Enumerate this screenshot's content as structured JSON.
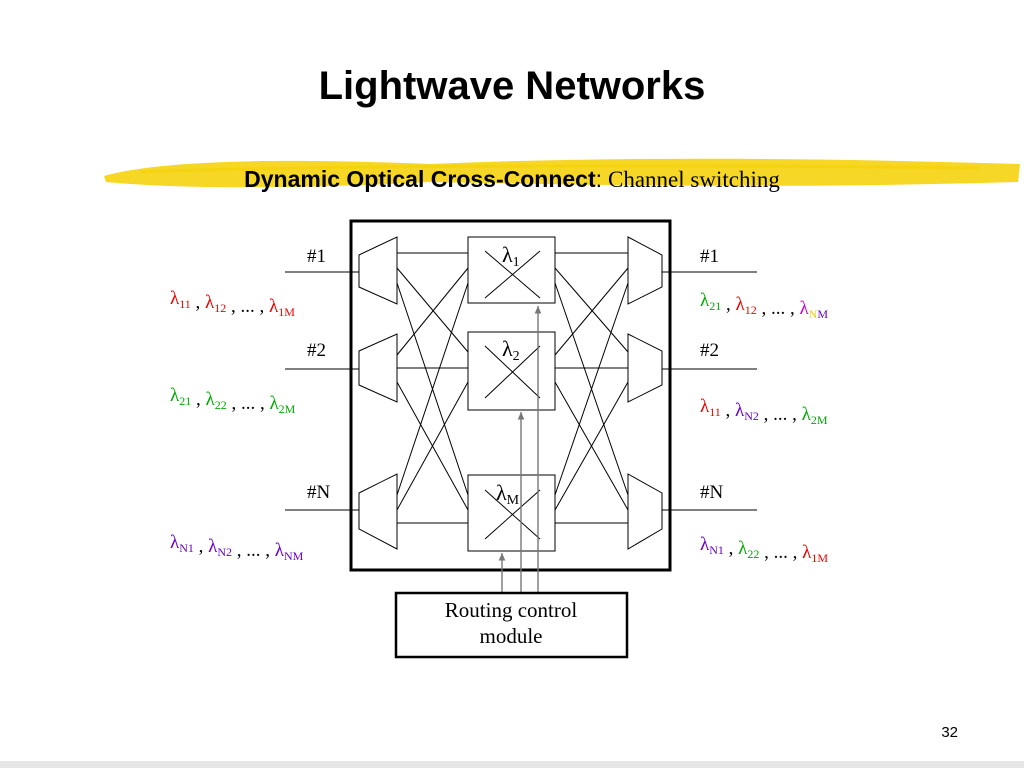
{
  "title": "Lightwave Networks",
  "subtitle": {
    "bold": "Dynamic Optical Cross-Connect",
    "separator": ":",
    "plain": "Channel switching"
  },
  "colors": {
    "highlight": "#f5d000",
    "red": "#ee0000",
    "green": "#00aa00",
    "purple": "#6600cc",
    "magenta": "#cc00cc",
    "yellow": "#f5d000"
  },
  "ports": {
    "input": [
      "#1",
      "#2",
      "#N"
    ],
    "output": [
      "#1",
      "#2",
      "#N"
    ]
  },
  "switches": [
    {
      "symbol": "λ",
      "sub": "1"
    },
    {
      "symbol": "λ",
      "sub": "2"
    },
    {
      "symbol": "λ",
      "sub": "M"
    }
  ],
  "input_channels": [
    [
      {
        "sym": "λ",
        "sub": "11",
        "color": "red"
      },
      {
        "text": " , "
      },
      {
        "sym": "λ",
        "sub": "12",
        "color": "red"
      },
      {
        "text": " , ... , "
      },
      {
        "sym": "λ",
        "sub": "1M",
        "color": "red"
      }
    ],
    [
      {
        "sym": "λ",
        "sub": "21",
        "color": "green"
      },
      {
        "text": " , "
      },
      {
        "sym": "λ",
        "sub": "22",
        "color": "green"
      },
      {
        "text": " , ... , "
      },
      {
        "sym": "λ",
        "sub": "2M",
        "color": "green"
      }
    ],
    [
      {
        "sym": "λ",
        "sub": "N1",
        "color": "purple"
      },
      {
        "text": " , "
      },
      {
        "sym": "λ",
        "sub": "N2",
        "color": "purple"
      },
      {
        "text": " , ... , "
      },
      {
        "sym": "λ",
        "sub": "NM",
        "color": "purple"
      }
    ]
  ],
  "output_channels": [
    [
      {
        "sym": "λ",
        "sub": "21",
        "color": "green"
      },
      {
        "text": " , "
      },
      {
        "sym": "λ",
        "sub": "12",
        "color": "red"
      },
      {
        "text": " , ... , "
      },
      {
        "sym": "λ",
        "color": "magenta",
        "sub_parts": [
          {
            "t": "N",
            "color": "yellow"
          },
          {
            "t": "M",
            "color": "purple"
          }
        ]
      }
    ],
    [
      {
        "sym": "λ",
        "sub": "11",
        "color": "red"
      },
      {
        "text": " , "
      },
      {
        "sym": "λ",
        "sub": "N2",
        "color": "purple"
      },
      {
        "text": " , ... , "
      },
      {
        "sym": "λ",
        "sub": "2M",
        "color": "green"
      }
    ],
    [
      {
        "sym": "λ",
        "sub": "N1",
        "color": "purple"
      },
      {
        "text": " , "
      },
      {
        "sym": "λ",
        "sub": "22",
        "color": "green"
      },
      {
        "text": " , ... , "
      },
      {
        "sym": "λ",
        "sub": "1M",
        "color": "red"
      }
    ]
  ],
  "routing_box": {
    "line1": "Routing control",
    "line2": "module"
  },
  "page_number": "32"
}
